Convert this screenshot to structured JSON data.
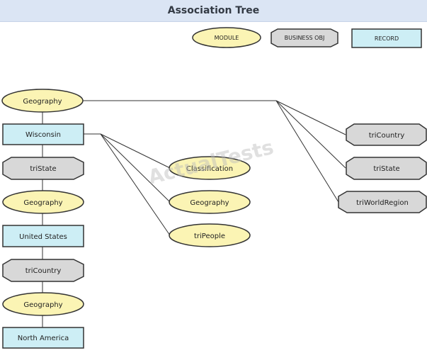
{
  "title": "Association Tree",
  "legend": {
    "module": "MODULE",
    "business_obj": "BUSINESS OBJ",
    "record": "RECORD"
  },
  "chain": {
    "geography_1": "Geography",
    "wisconsin": "Wisconsin",
    "tristate": "triState",
    "geography_2": "Geography",
    "united_states": "United States",
    "tricountry": "triCountry",
    "geography_3": "Geography",
    "north_america": "North America"
  },
  "wisconsin_children": {
    "classification": "Classification",
    "geography": "Geography",
    "tripeople": "triPeople"
  },
  "geography_children": {
    "tricountry": "triCountry",
    "tristate": "triState",
    "triworldregion": "triWorldRegion"
  },
  "watermark": "ActualTests",
  "colors": {
    "module_fill": "#fbf4b4",
    "business_obj_fill": "#d8d8d8",
    "record_fill": "#cdeef5",
    "stroke": "#333333",
    "title_bar": "#dbe5f4"
  }
}
